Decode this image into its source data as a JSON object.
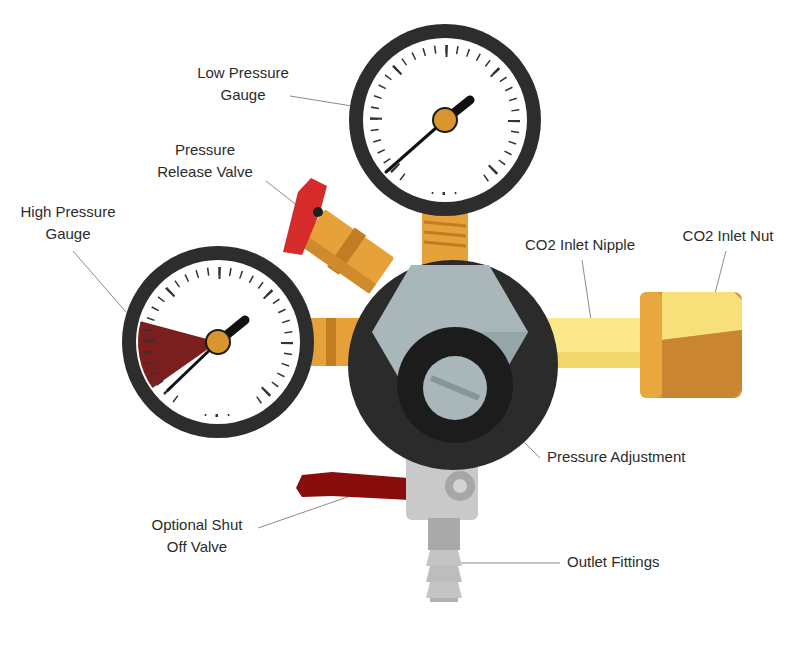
{
  "diagram": {
    "labels": [
      "Low Pressure Gauge",
      "Pressure Release Valve",
      "High Pressure Gauge",
      "CO2 Inlet Nipple",
      "CO2 Inlet Nut",
      "Pressure Adjustment",
      "Optional Shut Off Valve",
      "Outlet Fittings"
    ]
  }
}
